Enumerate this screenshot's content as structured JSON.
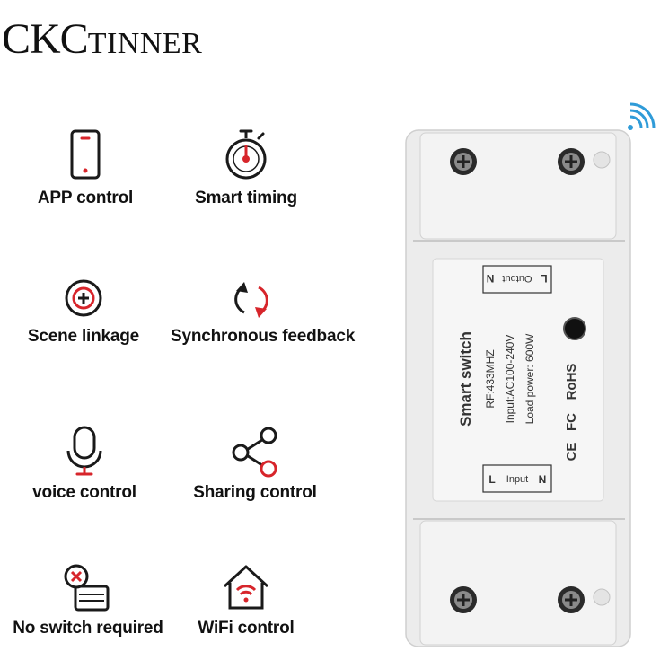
{
  "brand": {
    "main": "CKC",
    "sub": "TINNER"
  },
  "colors": {
    "accent": "#d7252b",
    "outline": "#1a1a1a"
  },
  "features": [
    {
      "label": "APP control",
      "icon": "smartphone-icon"
    },
    {
      "label": "Smart timing",
      "icon": "stopwatch-icon"
    },
    {
      "label": "Scene linkage",
      "icon": "target-plus-icon"
    },
    {
      "label": "Synchronous feedback",
      "icon": "sync-arrows-icon"
    },
    {
      "label": "voice control",
      "icon": "microphone-icon"
    },
    {
      "label": "Sharing control",
      "icon": "share-icon"
    },
    {
      "label": "No switch required",
      "icon": "no-switch-icon"
    },
    {
      "label": "WiFi control",
      "icon": "wifi-house-icon"
    }
  ],
  "device": {
    "output_label": "Output",
    "input_label": "Input",
    "terminal_l": "L",
    "terminal_n": "N",
    "title": "Smart switch",
    "rf": "RF:433MHZ",
    "input_spec": "Input:AC100-240V",
    "load": "Load power: 600W",
    "rohs": "RoHS",
    "fc": "FC",
    "ce": "CE"
  }
}
